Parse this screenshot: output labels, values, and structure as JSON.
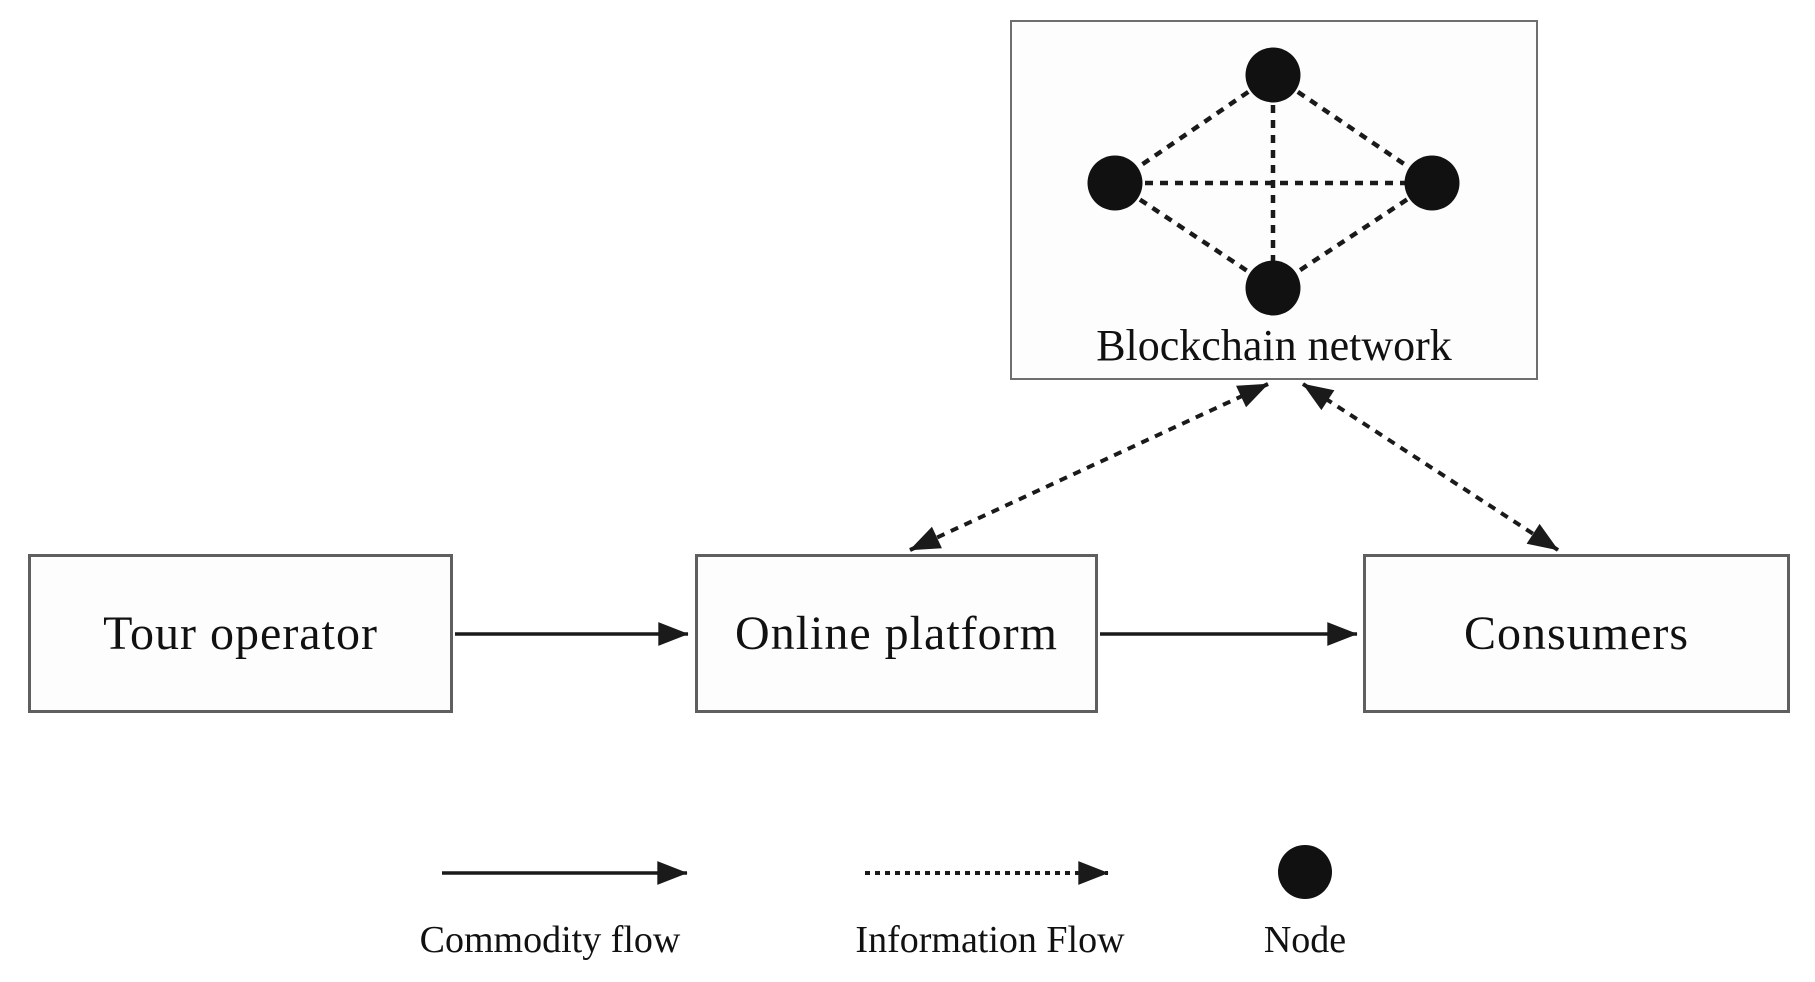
{
  "diagram": {
    "blockchain_box": {
      "label": "Blockchain network",
      "node_count": 4,
      "topology": "four nodes in a diamond, fully connected with dashed links"
    },
    "entities": [
      {
        "label": "Tour operator"
      },
      {
        "label": "Online platform"
      },
      {
        "label": "Consumers"
      }
    ],
    "flows": [
      {
        "type": "commodity",
        "from": "Tour operator",
        "to": "Online platform",
        "style": "solid-arrow",
        "direction": "one-way"
      },
      {
        "type": "commodity",
        "from": "Online platform",
        "to": "Consumers",
        "style": "solid-arrow",
        "direction": "one-way"
      },
      {
        "type": "information",
        "from": "Online platform",
        "to": "Blockchain network",
        "style": "dashed-arrow",
        "direction": "two-way"
      },
      {
        "type": "information",
        "from": "Consumers",
        "to": "Blockchain network",
        "style": "dashed-arrow",
        "direction": "two-way"
      }
    ],
    "legend": {
      "items": [
        {
          "symbol": "solid-arrow",
          "label": "Commodity flow"
        },
        {
          "symbol": "dashed-arrow",
          "label": "Information Flow"
        },
        {
          "symbol": "filled-circle",
          "label": "Node"
        }
      ]
    },
    "colors": {
      "line": "#1a1a1a",
      "box_border": "#5f5f5f",
      "node_fill": "#111111",
      "background": "#ffffff"
    }
  }
}
